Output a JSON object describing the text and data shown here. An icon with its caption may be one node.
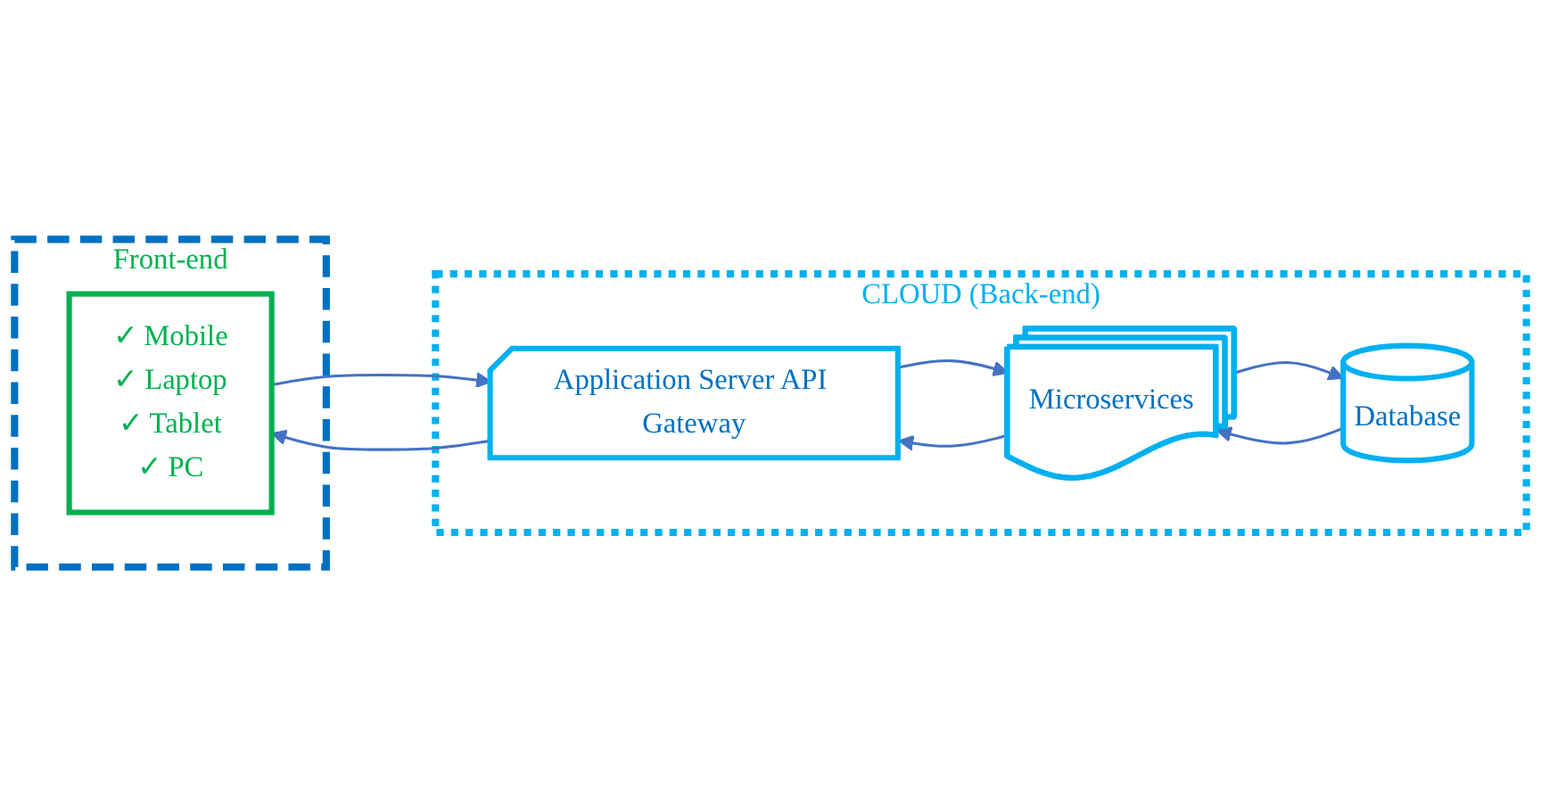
{
  "diagram": {
    "nodes": [
      {
        "text": [
          "Front-end"
        ]
      },
      {
        "text": [
          "✓ Mobile",
          "✓ Laptop",
          "✓ Tablet",
          "✓ PC"
        ],
        "in": 0
      },
      {
        "text": [
          "CLOUD (Back-end)"
        ]
      },
      {
        "text": [
          "Application Server API Gateway"
        ],
        "in": 2
      },
      {
        "text": [
          "Microservices"
        ],
        "in": 2
      },
      {
        "text": [
          "Database"
        ],
        "in": 2
      }
    ],
    "edges": [
      {
        "from": 1,
        "to": 3,
        "arrow": "to"
      },
      {
        "from": 3,
        "to": 1,
        "arrow": "to"
      },
      {
        "from": 3,
        "to": 4,
        "arrow": "to"
      },
      {
        "from": 4,
        "to": 3,
        "arrow": "to"
      },
      {
        "from": 4,
        "to": 5,
        "arrow": "to"
      },
      {
        "from": 5,
        "to": 4,
        "arrow": "to"
      }
    ]
  }
}
